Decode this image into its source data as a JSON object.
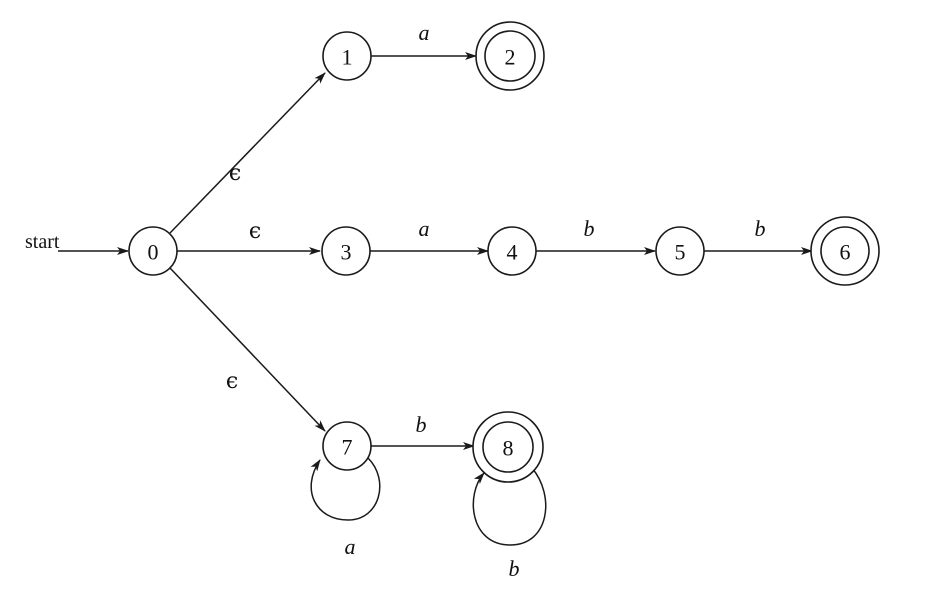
{
  "diagram": {
    "type": "NFA",
    "start_label": "start",
    "start_state": "0",
    "states": [
      {
        "id": "0",
        "label": "0",
        "accepting": false
      },
      {
        "id": "1",
        "label": "1",
        "accepting": false
      },
      {
        "id": "2",
        "label": "2",
        "accepting": true
      },
      {
        "id": "3",
        "label": "3",
        "accepting": false
      },
      {
        "id": "4",
        "label": "4",
        "accepting": false
      },
      {
        "id": "5",
        "label": "5",
        "accepting": false
      },
      {
        "id": "6",
        "label": "6",
        "accepting": true
      },
      {
        "id": "7",
        "label": "7",
        "accepting": false
      },
      {
        "id": "8",
        "label": "8",
        "accepting": true
      }
    ],
    "transitions": [
      {
        "from": "0",
        "to": "1",
        "label": "ϵ"
      },
      {
        "from": "0",
        "to": "3",
        "label": "ϵ"
      },
      {
        "from": "0",
        "to": "7",
        "label": "ϵ"
      },
      {
        "from": "1",
        "to": "2",
        "label": "a"
      },
      {
        "from": "3",
        "to": "4",
        "label": "a"
      },
      {
        "from": "4",
        "to": "5",
        "label": "b"
      },
      {
        "from": "5",
        "to": "6",
        "label": "b"
      },
      {
        "from": "7",
        "to": "8",
        "label": "b"
      },
      {
        "from": "7",
        "to": "7",
        "label": "a"
      },
      {
        "from": "8",
        "to": "8",
        "label": "b"
      }
    ]
  }
}
